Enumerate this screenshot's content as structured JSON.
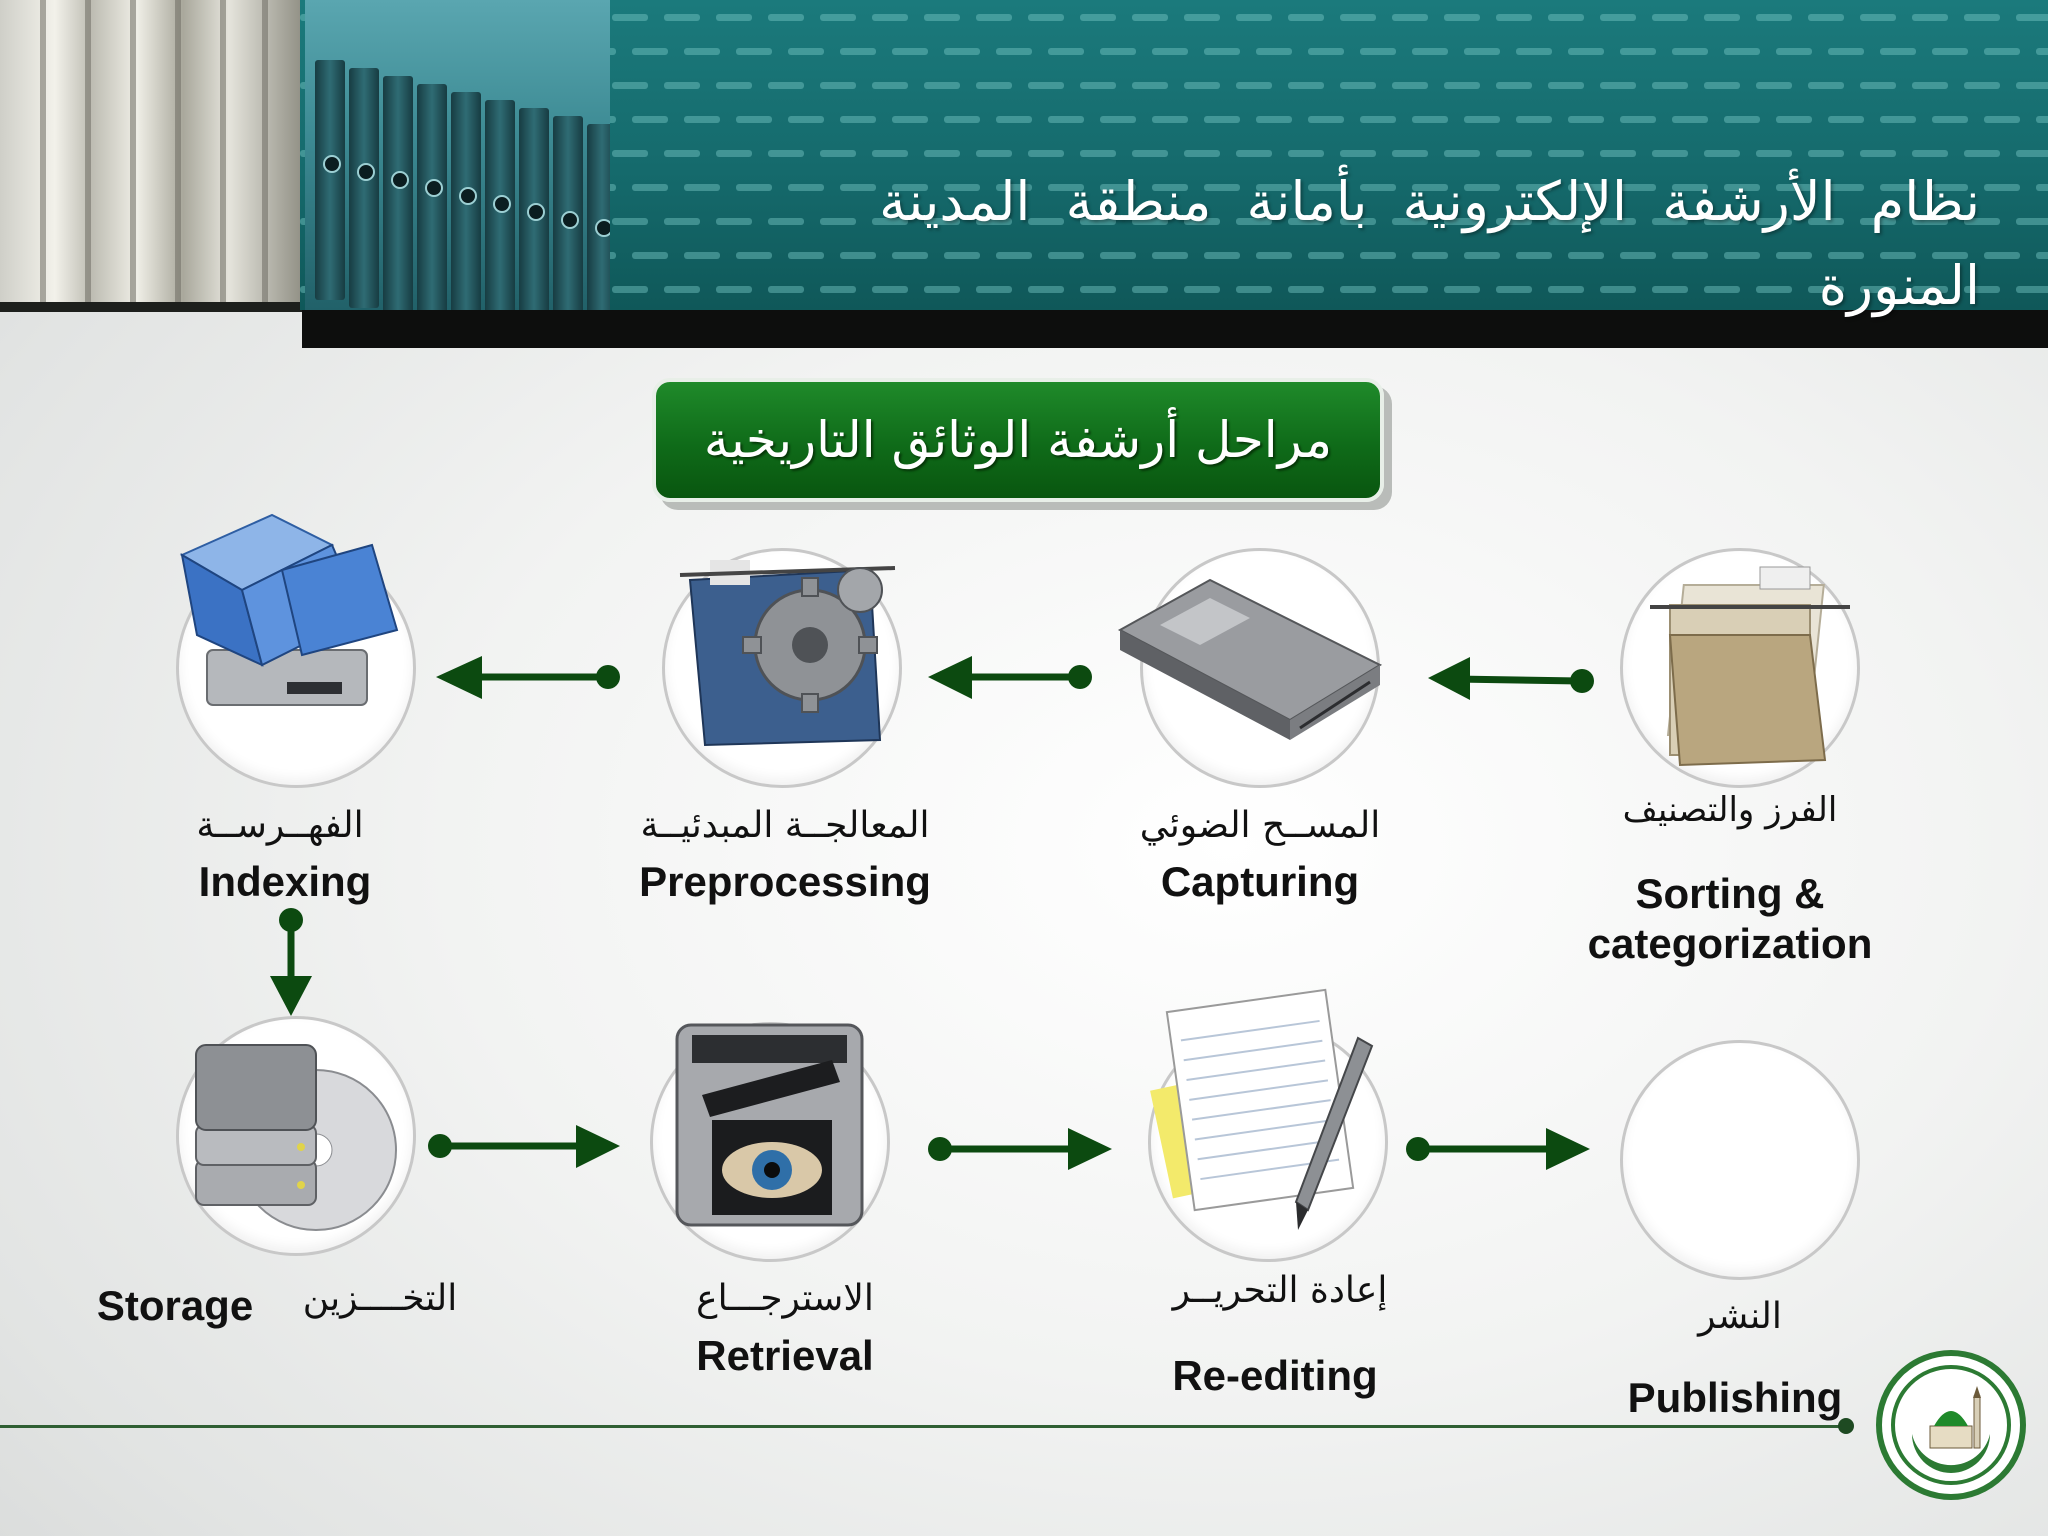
{
  "header": {
    "title": "نظام الأرشفة الإلكترونية بأمانة منطقة المدينة المنورة"
  },
  "banner": {
    "text": "مراحل أرشفة الوثائق التاريخية"
  },
  "steps": [
    {
      "ar": "الفرز والتصنيف",
      "en_line1": "Sorting &",
      "en_line2": "categorization",
      "icon": "hanging-folder-icon"
    },
    {
      "ar": "المســح الضوئي",
      "en": "Capturing",
      "icon": "scanner-icon"
    },
    {
      "ar": "المعالجــة المبدئيــة",
      "en": "Preprocessing",
      "icon": "folder-gear-icon"
    },
    {
      "ar": "الفهــرســة",
      "en": "Indexing",
      "icon": "folders-drive-icon"
    },
    {
      "ar": "التخــــزين",
      "en": "Storage",
      "icon": "storage-disc-icon"
    },
    {
      "ar": "الاسترجـــاع",
      "en": "Retrieval",
      "icon": "drive-clapper-eye-icon"
    },
    {
      "ar": "إعادة التحريــر",
      "en": "Re-editing",
      "icon": "document-pen-icon"
    },
    {
      "ar": "النشر",
      "en": "Publishing",
      "icon": "empty-circle"
    }
  ],
  "colors": {
    "arrow": "#0c4a10",
    "banner_green": "#0f6b19",
    "header_teal": "#156a6c"
  },
  "logo": {
    "icon": "madinah-municipality-logo-icon"
  }
}
